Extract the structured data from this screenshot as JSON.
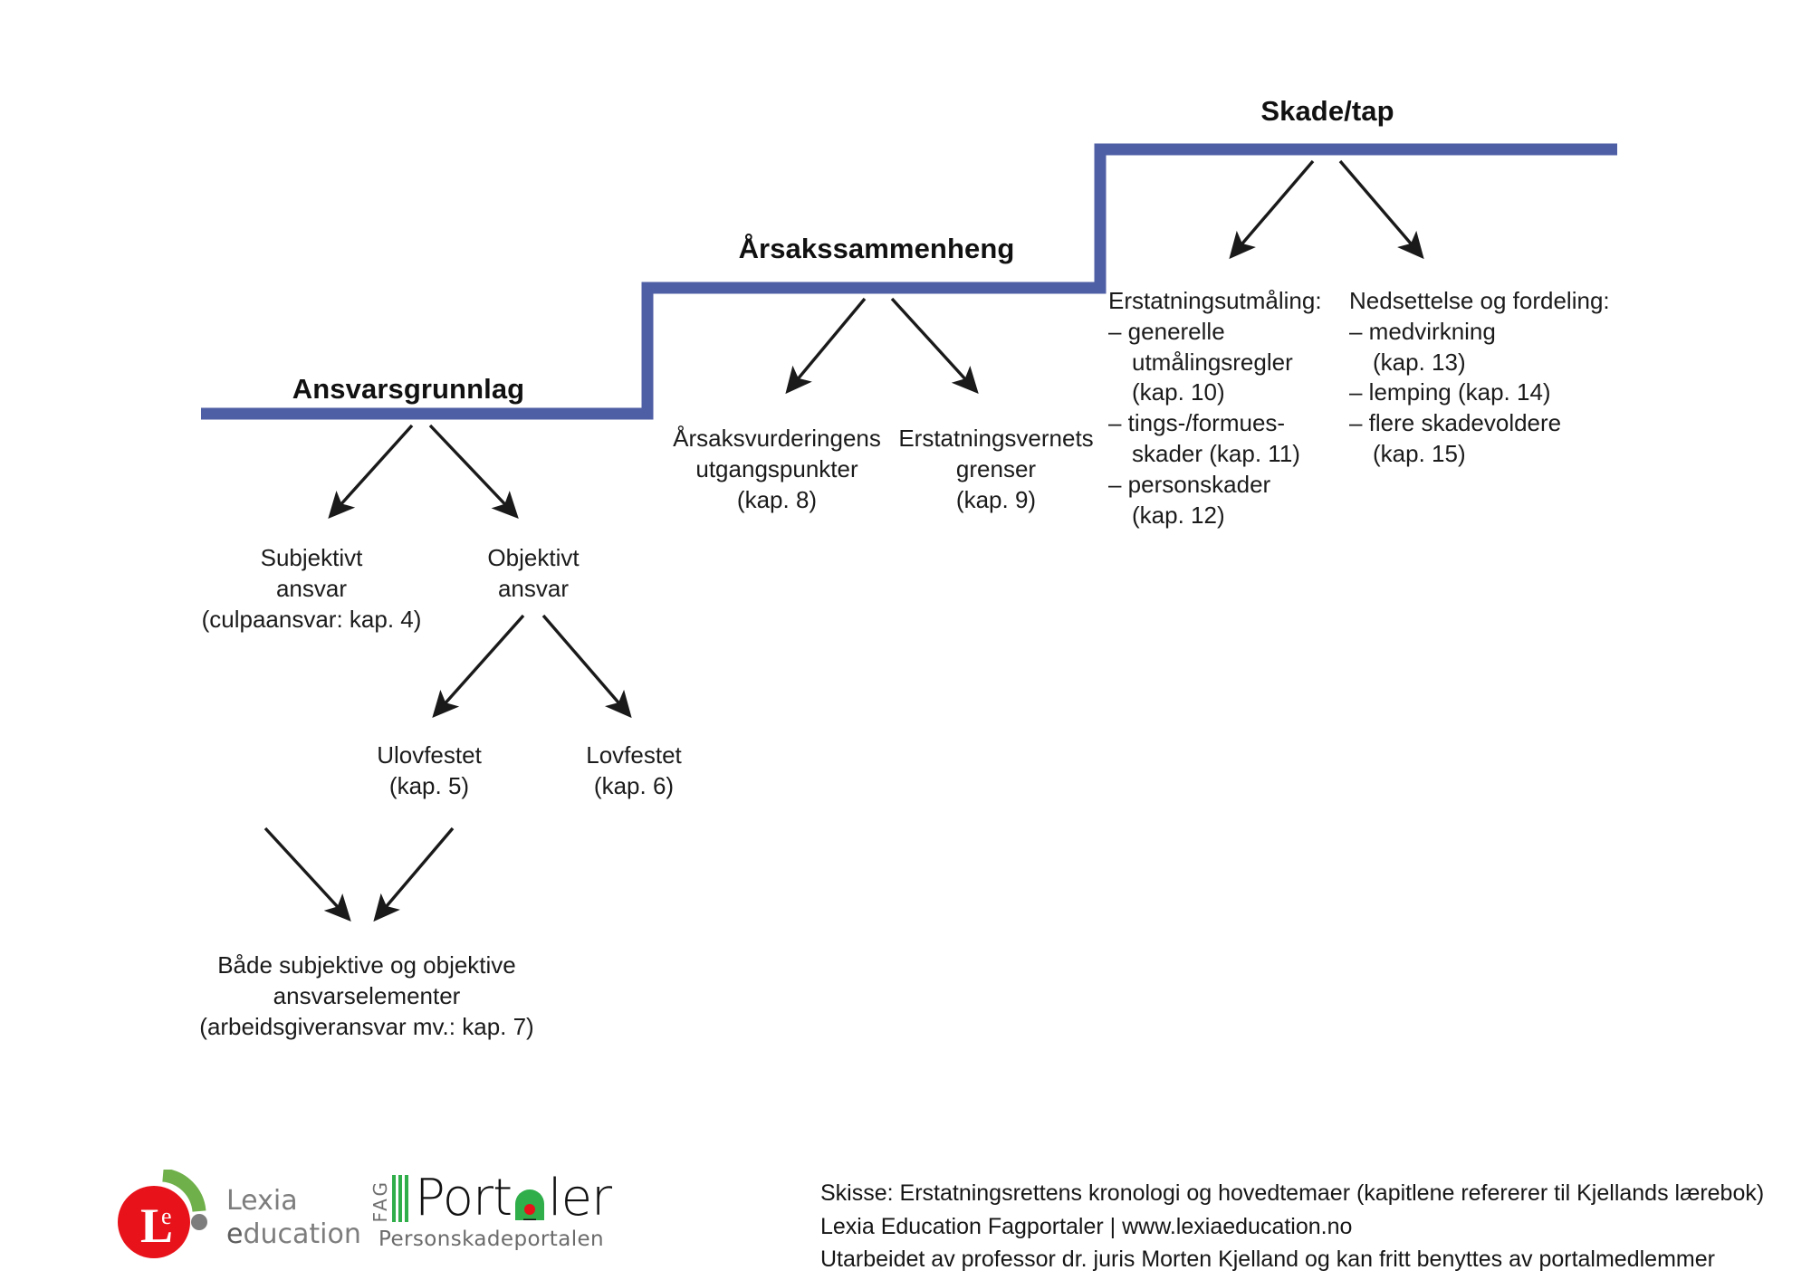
{
  "diagram": {
    "accent_color": "#4f5fa5",
    "arrow_color": "#1a1a1a",
    "stages": [
      {
        "title": "Ansvarsgrunnlag"
      },
      {
        "title": "Årsakssammenheng"
      },
      {
        "title": "Skade/tap"
      }
    ]
  },
  "nodes": {
    "subjektivt": {
      "line1": "Subjektivt",
      "line2": "ansvar",
      "line3": "(culpaansvar: kap. 4)"
    },
    "objektivt": {
      "line1": "Objektivt",
      "line2": "ansvar"
    },
    "ulovfestet": {
      "line1": "Ulovfestet",
      "line2": "(kap. 5)"
    },
    "lovfestet": {
      "line1": "Lovfestet",
      "line2": "(kap. 6)"
    },
    "baade": {
      "line1": "Både subjektive og objektive",
      "line2": "ansvarselementer",
      "line3": "(arbeidsgiveransvar mv.: kap. 7)"
    },
    "arsaksvurdering": {
      "line1": "Årsaksvurderingens",
      "line2": "utgangspunkter",
      "line3": "(kap. 8)"
    },
    "erstatningsvern": {
      "line1": "Erstatningsvernets",
      "line2": "grenser",
      "line3": "(kap. 9)"
    },
    "erstatningsutmaling": {
      "header": "Erstatningsutmåling:",
      "items": [
        "–  generelle utmålingsregler (kap. 10)",
        "–  tings-/formues- skader (kap. 11)",
        "–  personskader (kap. 12)"
      ],
      "items_wrapped": [
        [
          "–  generelle",
          "utmålingsregler",
          "(kap. 10)"
        ],
        [
          "–  tings-/formues-",
          "skader (kap. 11)"
        ],
        [
          "–  personskader",
          "(kap. 12)"
        ]
      ]
    },
    "nedsettelse": {
      "header": "Nedsettelse og fordeling:",
      "items": [
        "–  medvirkning (kap. 13)",
        "–  lemping (kap. 14)",
        "–  flere skadevoldere (kap. 15)"
      ],
      "items_wrapped": [
        [
          "–  medvirkning",
          "(kap. 13)"
        ],
        [
          "–  lemping (kap. 14)"
        ],
        [
          "–  flere skadevoldere",
          "(kap. 15)"
        ]
      ]
    }
  },
  "erstatningsutmaling_lines": {
    "l0": "Erstatningsutmåling:",
    "l1": "–  generelle",
    "l2": "utmålingsregler",
    "l3": "(kap. 10)",
    "l4": "–  tings-/formues-",
    "l5": "skader (kap. 11)",
    "l6": "–  personskader",
    "l7": "(kap. 12)"
  },
  "nedsettelse_lines": {
    "l0": "Nedsettelse og fordeling:",
    "l1": "–  medvirkning",
    "l2": "(kap. 13)",
    "l3": "–  lemping (kap. 14)",
    "l4": "–  flere skadevoldere",
    "l5": "(kap. 15)"
  },
  "footer": {
    "credit_line1": "Skisse: Erstatningsrettens kronologi og hovedtemaer (kapitlene refererer til Kjellands lærebok)",
    "credit_line2": "Lexia Education Fagportaler | www.lexiaeducation.no",
    "credit_line3": "Utarbeidet av professor dr. juris Morten Kjelland og kan fritt benyttes av portalmedlemmer"
  },
  "logos": {
    "lexia": {
      "mark_letter_big": "L",
      "mark_letter_small": "e",
      "word_top": "Lexia",
      "word_bottom_accent": "e",
      "word_bottom_rest": "ducation",
      "circle_color": "#e8121a",
      "arc_color": "#6fb04a",
      "dot_color": "#7d7d7d"
    },
    "portaler": {
      "fag": "FAG",
      "word_p": "P",
      "word_mid": "ort",
      "word_a": "A",
      "word_end": "ler",
      "subtitle": "Personskadeportalen",
      "green": "#2fae4a",
      "red": "#e8121a"
    }
  }
}
